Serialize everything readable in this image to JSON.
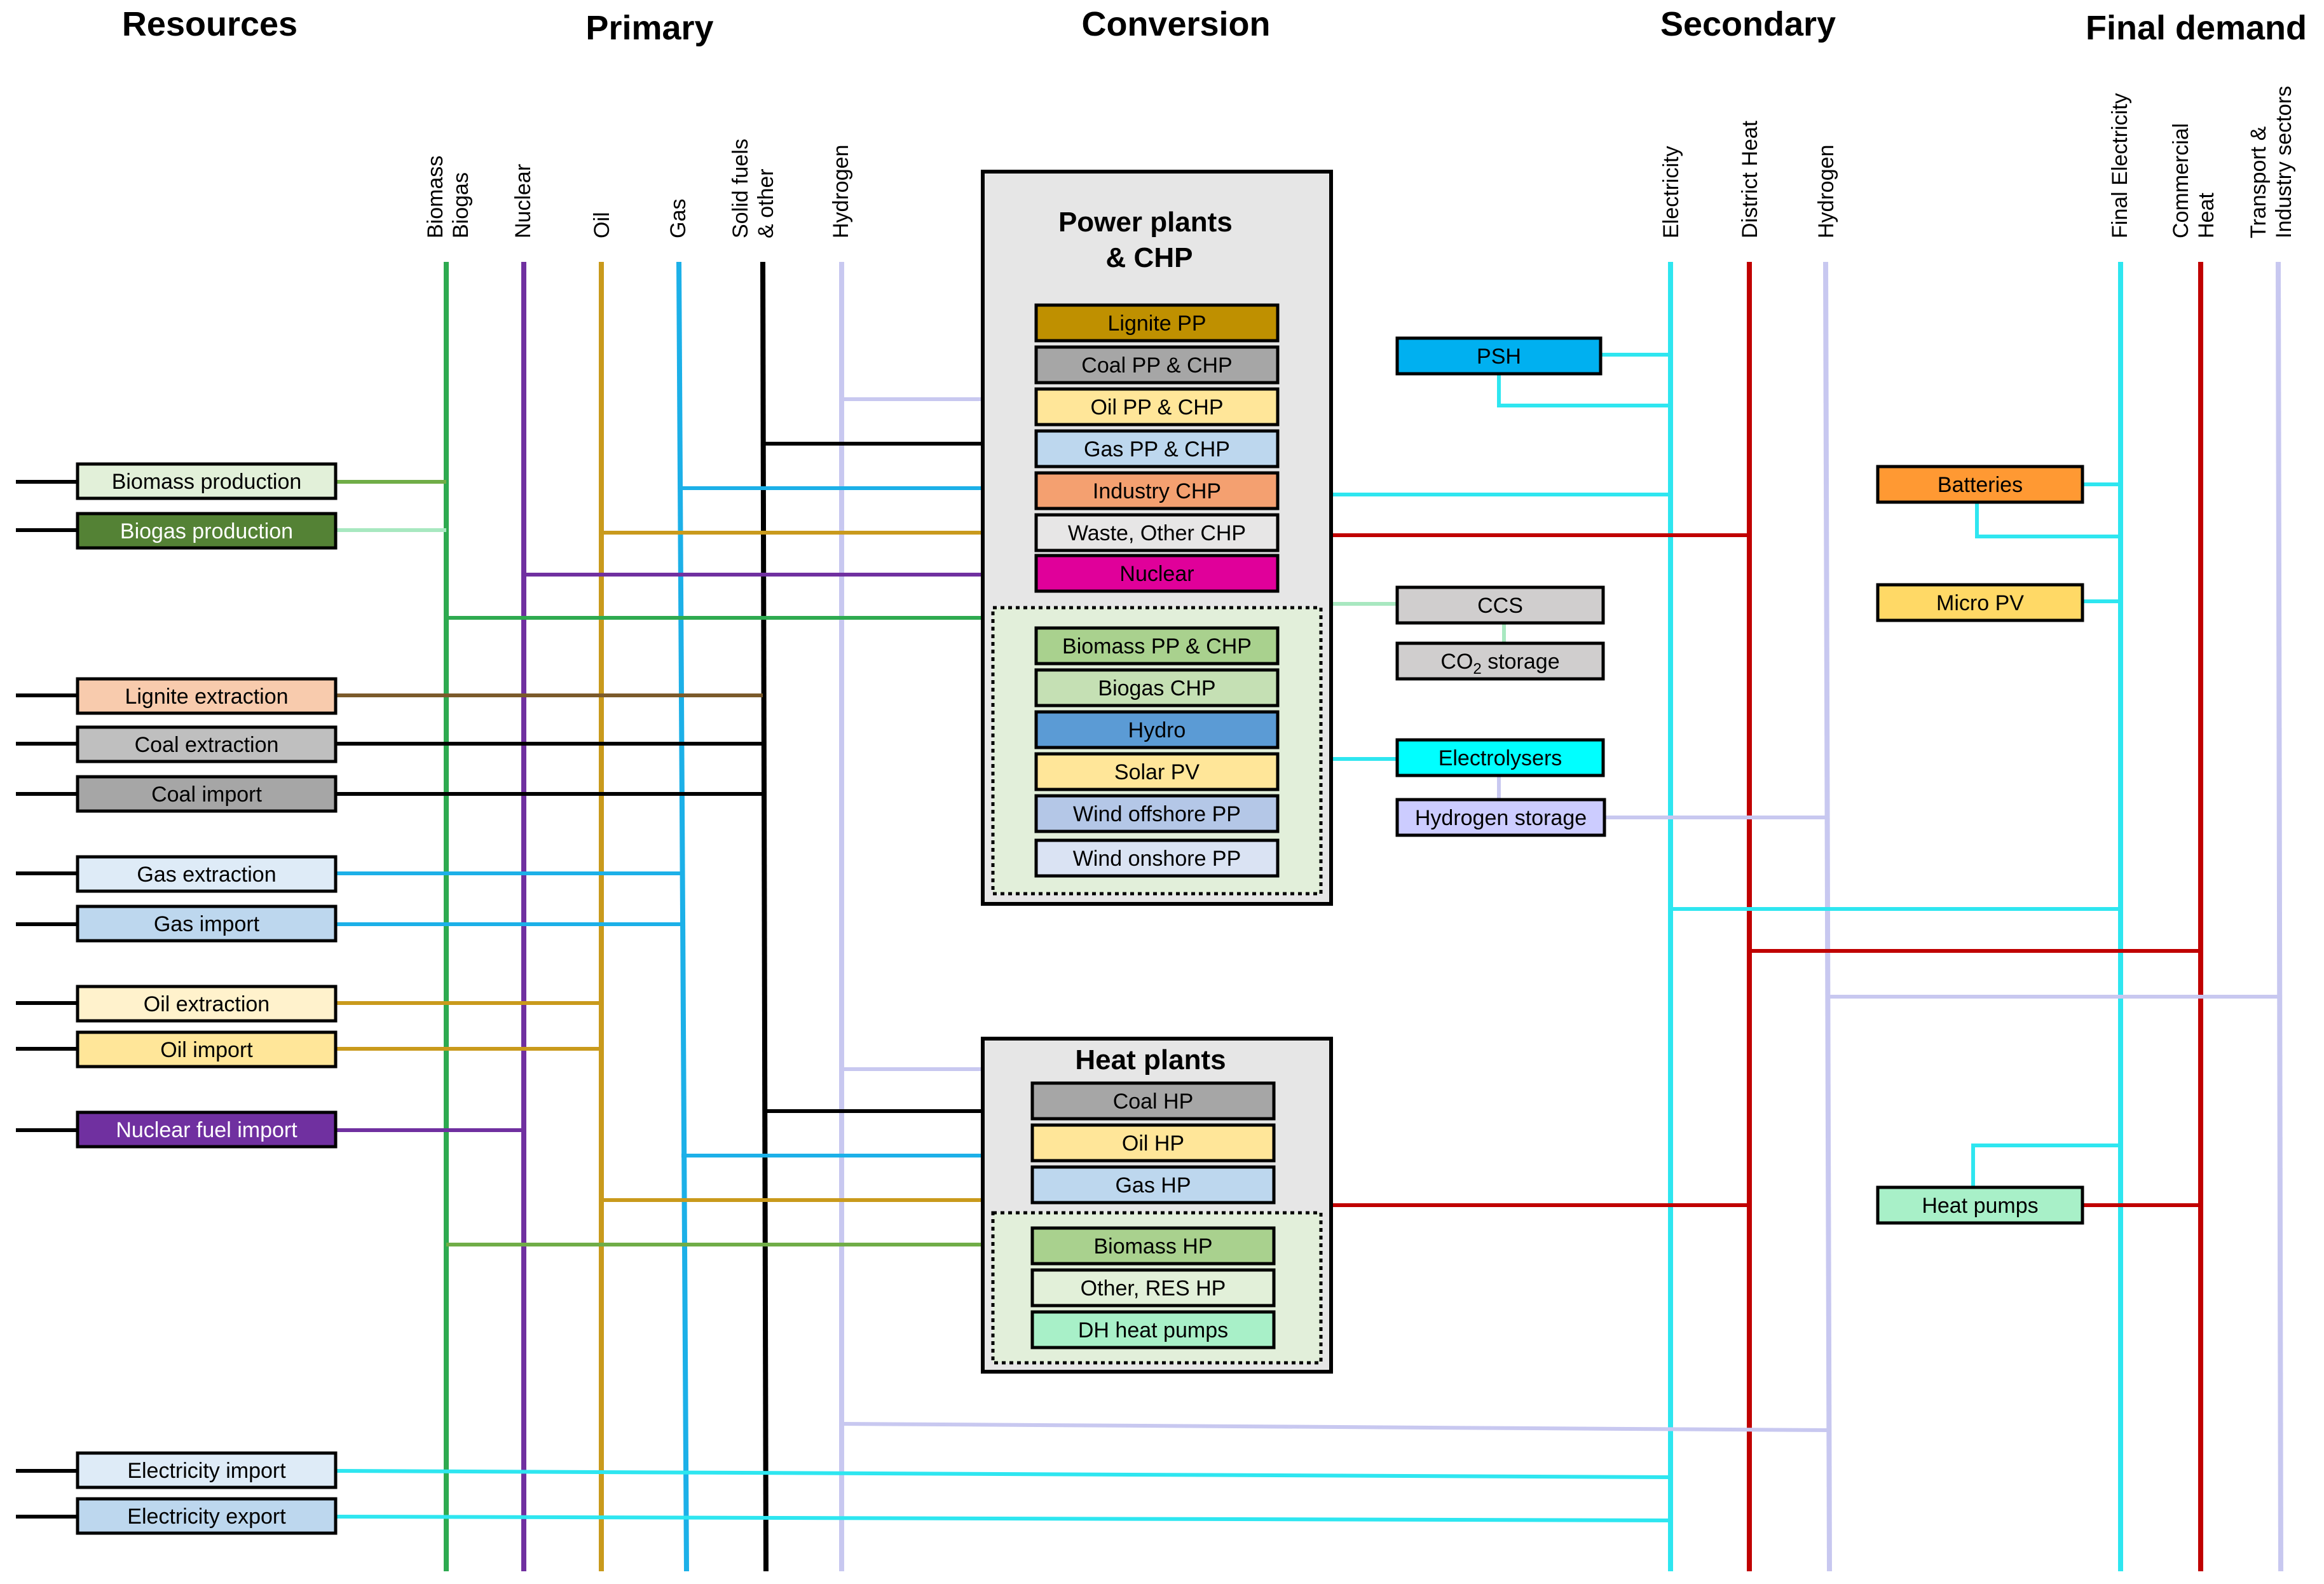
{
  "columns": {
    "resources": "Resources",
    "primary": "Primary",
    "conversion": "Conversion",
    "secondary": "Secondary",
    "final_demand": "Final demand"
  },
  "buses": {
    "biomass": [
      "Biomass",
      "Biogas"
    ],
    "nuclear": "Nuclear",
    "oil": "Oil",
    "gas": "Gas",
    "solid": [
      "Solid fuels",
      "& other"
    ],
    "hydrogen_primary": "Hydrogen",
    "electricity": "Electricity",
    "district_heat": "District Heat",
    "hydrogen_secondary": "Hydrogen",
    "final_electricity": "Final Electricity",
    "commercial_heat": [
      "Commercial",
      "Heat"
    ],
    "transport": [
      "Transport &",
      "Industry sectors"
    ]
  },
  "resources": {
    "biomass_production": "Biomass production",
    "biogas_production": "Biogas production",
    "lignite_extraction": "Lignite extraction",
    "coal_extraction": "Coal extraction",
    "coal_import": "Coal import",
    "gas_extraction": "Gas extraction",
    "gas_import": "Gas import",
    "oil_extraction": "Oil extraction",
    "oil_import": "Oil import",
    "nuclear_fuel_import": "Nuclear fuel import",
    "electricity_import": "Electricity import",
    "electricity_export": "Electricity export"
  },
  "power_plants": {
    "title": [
      "Power plants",
      "& CHP"
    ],
    "lignite_pp": "Lignite PP",
    "coal_pp": "Coal PP & CHP",
    "oil_pp": "Oil PP & CHP",
    "gas_pp": "Gas PP & CHP",
    "industry_chp": "Industry CHP",
    "waste_chp": "Waste, Other CHP",
    "nuclear": "Nuclear",
    "biomass_pp": "Biomass PP & CHP",
    "biogas_chp": "Biogas CHP",
    "hydro": "Hydro",
    "solar_pv": "Solar PV",
    "wind_offshore": "Wind offshore PP",
    "wind_onshore": "Wind onshore PP"
  },
  "heat_plants": {
    "title": "Heat plants",
    "coal_hp": "Coal HP",
    "oil_hp": "Oil HP",
    "gas_hp": "Gas HP",
    "biomass_hp": "Biomass HP",
    "other_res_hp": "Other, RES HP",
    "dh_heat_pumps": "DH heat pumps"
  },
  "storage": {
    "psh": "PSH",
    "ccs": "CCS",
    "co2_storage_prefix": "CO",
    "co2_storage_sub": "2",
    "co2_storage_suffix": " storage",
    "electrolysers": "Electrolysers",
    "hydrogen_storage": "Hydrogen storage"
  },
  "final_devices": {
    "batteries": "Batteries",
    "micro_pv": "Micro PV",
    "heat_pumps": "Heat pumps"
  },
  "colors": {
    "biomass_bus": "#2eaa50",
    "nuclear_bus": "#7030a0",
    "oil_bus": "#c99a1c",
    "gas_bus": "#1cb0e8",
    "solid_bus": "#000000",
    "hydrogen_bus": "#c8c8f0",
    "electricity_bus": "#2ee6f0",
    "heat_bus": "#c00000",
    "biogas_link": "#a8e8c0",
    "biomass_link": "#70ad47",
    "lignite_link": "#7b5a2a",
    "lignite_pp": "#bf9000",
    "coal_pp": "#a6a6a6",
    "oil_pp": "#ffe699",
    "gas_pp": "#bdd7ee",
    "industry_chp": "#f4a070",
    "waste_chp": "#e7e6e6",
    "nuclear": "#e0009a",
    "biomass_pp": "#a9d18e",
    "biogas_chp": "#c5e0b4",
    "hydro": "#5b9bd5",
    "solar_pv": "#ffe699",
    "wind_offshore": "#b4c7e7",
    "wind_onshore": "#dae3f3",
    "psh": "#00b0f0",
    "ccs": "#d0cece",
    "co2_storage": "#d0cece",
    "electrolysers": "#00ffff",
    "hydrogen_storage": "#ccccff",
    "batteries": "#ff9933",
    "micro_pv": "#ffd966",
    "heat_pumps": "#a8f0c8",
    "res_biomass_production": "#e2f0d9",
    "res_biogas_production": "#548235",
    "res_lignite_extraction": "#f8cbad",
    "res_coal_extraction": "#bfbfbf",
    "res_coal_import": "#a6a6a6",
    "res_gas_extraction": "#deebf7",
    "res_gas_import": "#bdd7ee",
    "res_oil_extraction": "#fff2cc",
    "res_oil_import": "#ffe699",
    "res_nuclear_fuel_import": "#7030a0",
    "res_electricity_import": "#deebf7",
    "res_electricity_export": "#bdd7ee",
    "coal_hp": "#a6a6a6",
    "oil_hp": "#ffe699",
    "gas_hp": "#bdd7ee",
    "biomass_hp": "#a9d18e",
    "other_res_hp": "#e2f0d9",
    "dh_heat_pumps": "#a8f0c8",
    "group_outer": "#e6e6e6",
    "group_inner": "#e2efda"
  }
}
